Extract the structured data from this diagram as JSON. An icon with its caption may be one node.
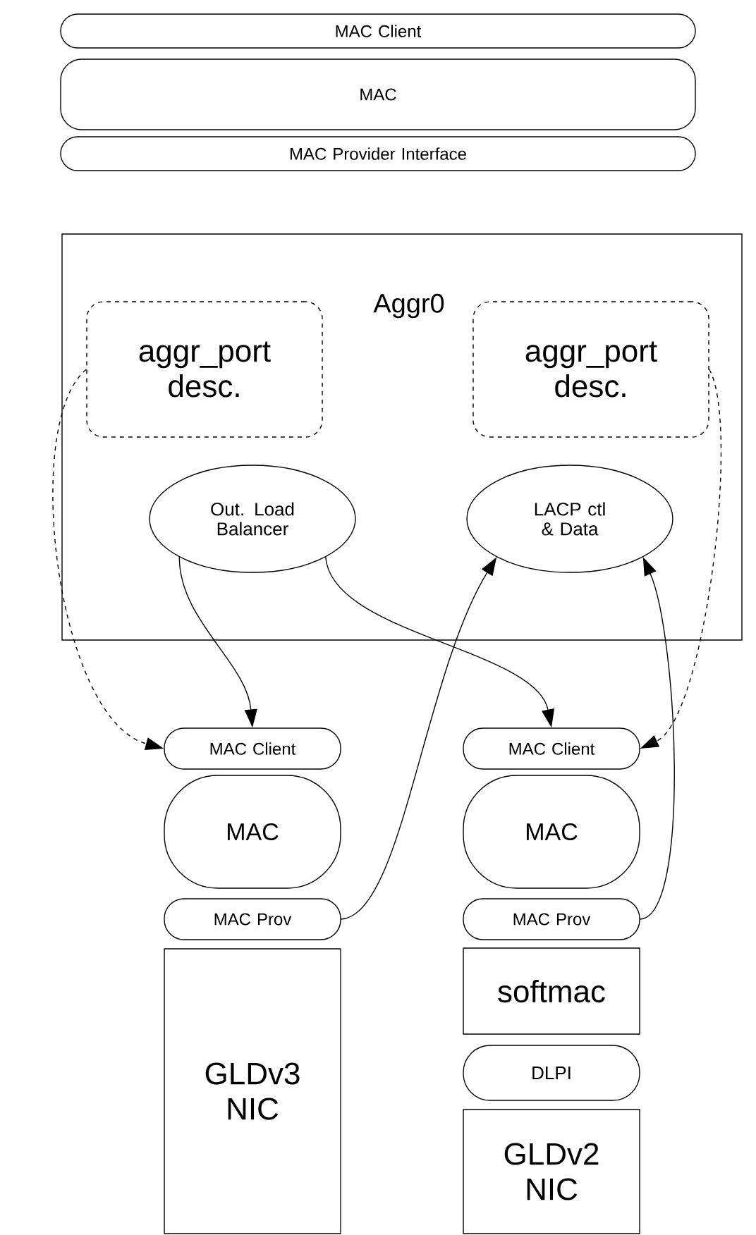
{
  "diagram": {
    "nodes": [
      {
        "text": [
          "MAC Client"
        ]
      },
      {
        "text": [
          "MAC"
        ]
      },
      {
        "text": [
          "MAC Provider Interface"
        ]
      },
      {
        "text": [
          "Aggr0"
        ]
      },
      {
        "text": [
          "aggr_port desc."
        ],
        "in": 3
      },
      {
        "text": [
          "aggr_port desc."
        ],
        "in": 3
      },
      {
        "text": [
          "Out. Load Balancer"
        ],
        "in": 3
      },
      {
        "text": [
          "LACP ctl & Data"
        ],
        "in": 3
      },
      {
        "text": [
          "MAC Client"
        ]
      },
      {
        "text": [
          "MAC"
        ]
      },
      {
        "text": [
          "MAC Prov"
        ]
      },
      {
        "text": [
          "GLDv3 NIC"
        ]
      },
      {
        "text": [
          "MAC Client"
        ]
      },
      {
        "text": [
          "MAC"
        ]
      },
      {
        "text": [
          "MAC Prov"
        ]
      },
      {
        "text": [
          "softmac"
        ]
      },
      {
        "text": [
          "DLPI"
        ]
      },
      {
        "text": [
          "GLDv2 NIC"
        ]
      }
    ],
    "edges": [
      {
        "from": 4,
        "to": 8,
        "arrow": "to",
        "style": "dashed"
      },
      {
        "from": 5,
        "to": 12,
        "arrow": "to",
        "style": "dashed"
      },
      {
        "from": 6,
        "to": 8,
        "arrow": "to"
      },
      {
        "from": 6,
        "to": 12,
        "arrow": "to"
      },
      {
        "from": 10,
        "to": 7,
        "arrow": "to"
      },
      {
        "from": 14,
        "to": 7,
        "arrow": "to"
      }
    ]
  }
}
